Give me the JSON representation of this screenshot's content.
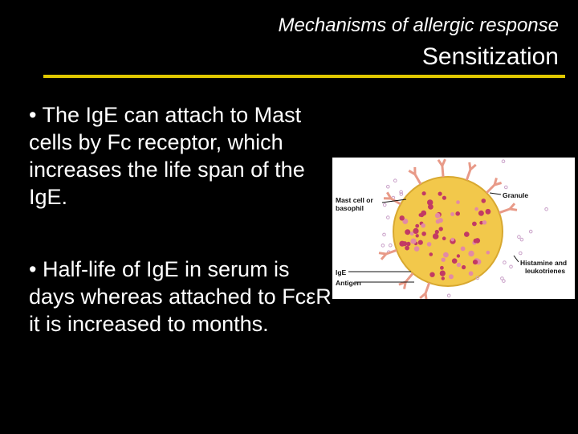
{
  "header": {
    "subtitle": "Mechanisms of allergic response",
    "title": "Sensitization"
  },
  "bullets": [
    {
      "text": "• The IgE can attach to Mast cells by Fc receptor, which increases the life span of the IgE."
    },
    {
      "text": "• Half-life of IgE in serum is days whereas attached to FcεR it is increased to months."
    }
  ],
  "figure": {
    "labels": {
      "mast_cell_line1": "Mast cell or",
      "mast_cell_line2": "basophil",
      "granule": "Granule",
      "histamine_line1": "Histamine and",
      "histamine_line2": "leukotrienes",
      "ige": "IgE",
      "antigen": "Antigen"
    },
    "colors": {
      "cell_fill": "#f2c84b",
      "granule_fill": "#c23a64",
      "antibody": "#e89a88",
      "rule": "#e0c800"
    }
  }
}
